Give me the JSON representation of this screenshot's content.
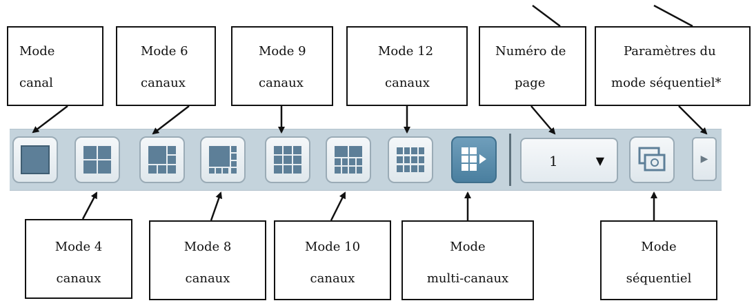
{
  "top_callouts": [
    {
      "id": "mode-canal",
      "lines": [
        "Mode",
        "canal"
      ]
    },
    {
      "id": "mode-6-canaux",
      "lines": [
        "Mode 6",
        "canaux"
      ]
    },
    {
      "id": "mode-9-canaux",
      "lines": [
        "Mode 9",
        "canaux"
      ]
    },
    {
      "id": "mode-12-canaux",
      "lines": [
        "Mode 12",
        "canaux"
      ]
    },
    {
      "id": "numero-de-page",
      "lines": [
        "Numéro de",
        "page"
      ]
    },
    {
      "id": "parametres-sequentiel",
      "lines": [
        "Paramètres du",
        "mode séquentiel*"
      ]
    }
  ],
  "bottom_callouts": [
    {
      "id": "mode-4-canaux",
      "lines": [
        "Mode 4",
        "canaux"
      ]
    },
    {
      "id": "mode-8-canaux",
      "lines": [
        "Mode 8",
        "canaux"
      ]
    },
    {
      "id": "mode-10-canaux",
      "lines": [
        "Mode 10",
        "canaux"
      ]
    },
    {
      "id": "mode-multi-canaux",
      "lines": [
        "Mode",
        "multi-canaux"
      ]
    },
    {
      "id": "mode-sequentiel",
      "lines": [
        "Mode",
        "séquentiel"
      ]
    }
  ],
  "toolbar": {
    "buttons": [
      {
        "icon": "single-channel-layout-icon"
      },
      {
        "icon": "four-channel-layout-icon"
      },
      {
        "icon": "six-channel-layout-icon"
      },
      {
        "icon": "eight-channel-layout-icon"
      },
      {
        "icon": "nine-channel-layout-icon"
      },
      {
        "icon": "ten-channel-layout-icon"
      },
      {
        "icon": "twelve-channel-layout-icon"
      },
      {
        "icon": "multi-channel-layout-icon",
        "active": true
      }
    ],
    "page_select_value": "1",
    "page_select_caret": "▼",
    "sequential_icon": "sequential-mode-icon",
    "sequential_settings_glyph": "▶"
  },
  "colors": {
    "toolbar_bg": "#c4d3dc",
    "active_button": "#4a7f9f",
    "cell_fill": "#5d7f98"
  }
}
